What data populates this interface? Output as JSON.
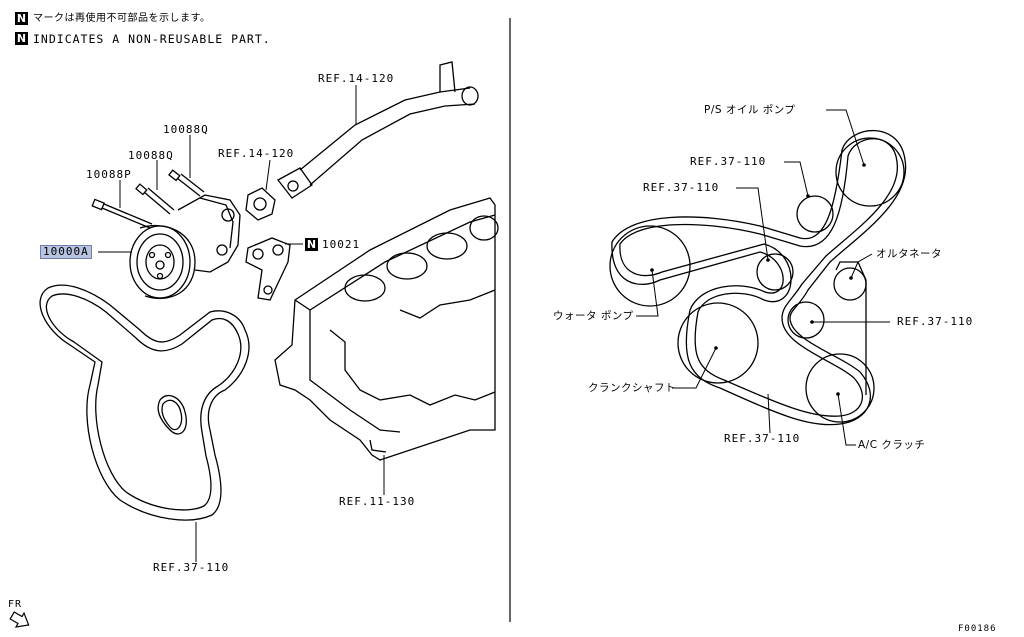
{
  "legend": {
    "badge": "N",
    "line_jp": "マークは再使用不可部品を示します。",
    "line_en": "INDICATES A NON-REUSABLE PART."
  },
  "left": {
    "ref_14_120_top": "REF.14-120",
    "ref_14_120_mid": "REF.14-120",
    "part_10088q_a": "10088Q",
    "part_10088q_b": "10088Q",
    "part_10088p": "10088P",
    "part_10000a": "10000A",
    "badge_10021": "N",
    "part_10021": "10021",
    "ref_11_130": "REF.11-130",
    "ref_37_110": "REF.37-110",
    "fr": "FR"
  },
  "right": {
    "ps_pump": "P/S オイル ポンプ",
    "ref_37_110_a": "REF.37-110",
    "ref_37_110_b": "REF.37-110",
    "alternator": "オルタネータ",
    "water_pump": "ウォータ ポンプ",
    "ref_37_110_c": "REF.37-110",
    "crankshaft": "クランクシャフト",
    "ref_37_110_d": "REF.37-110",
    "ac_clutch": "A/C クラッチ"
  },
  "footer": {
    "code": "F00186"
  }
}
